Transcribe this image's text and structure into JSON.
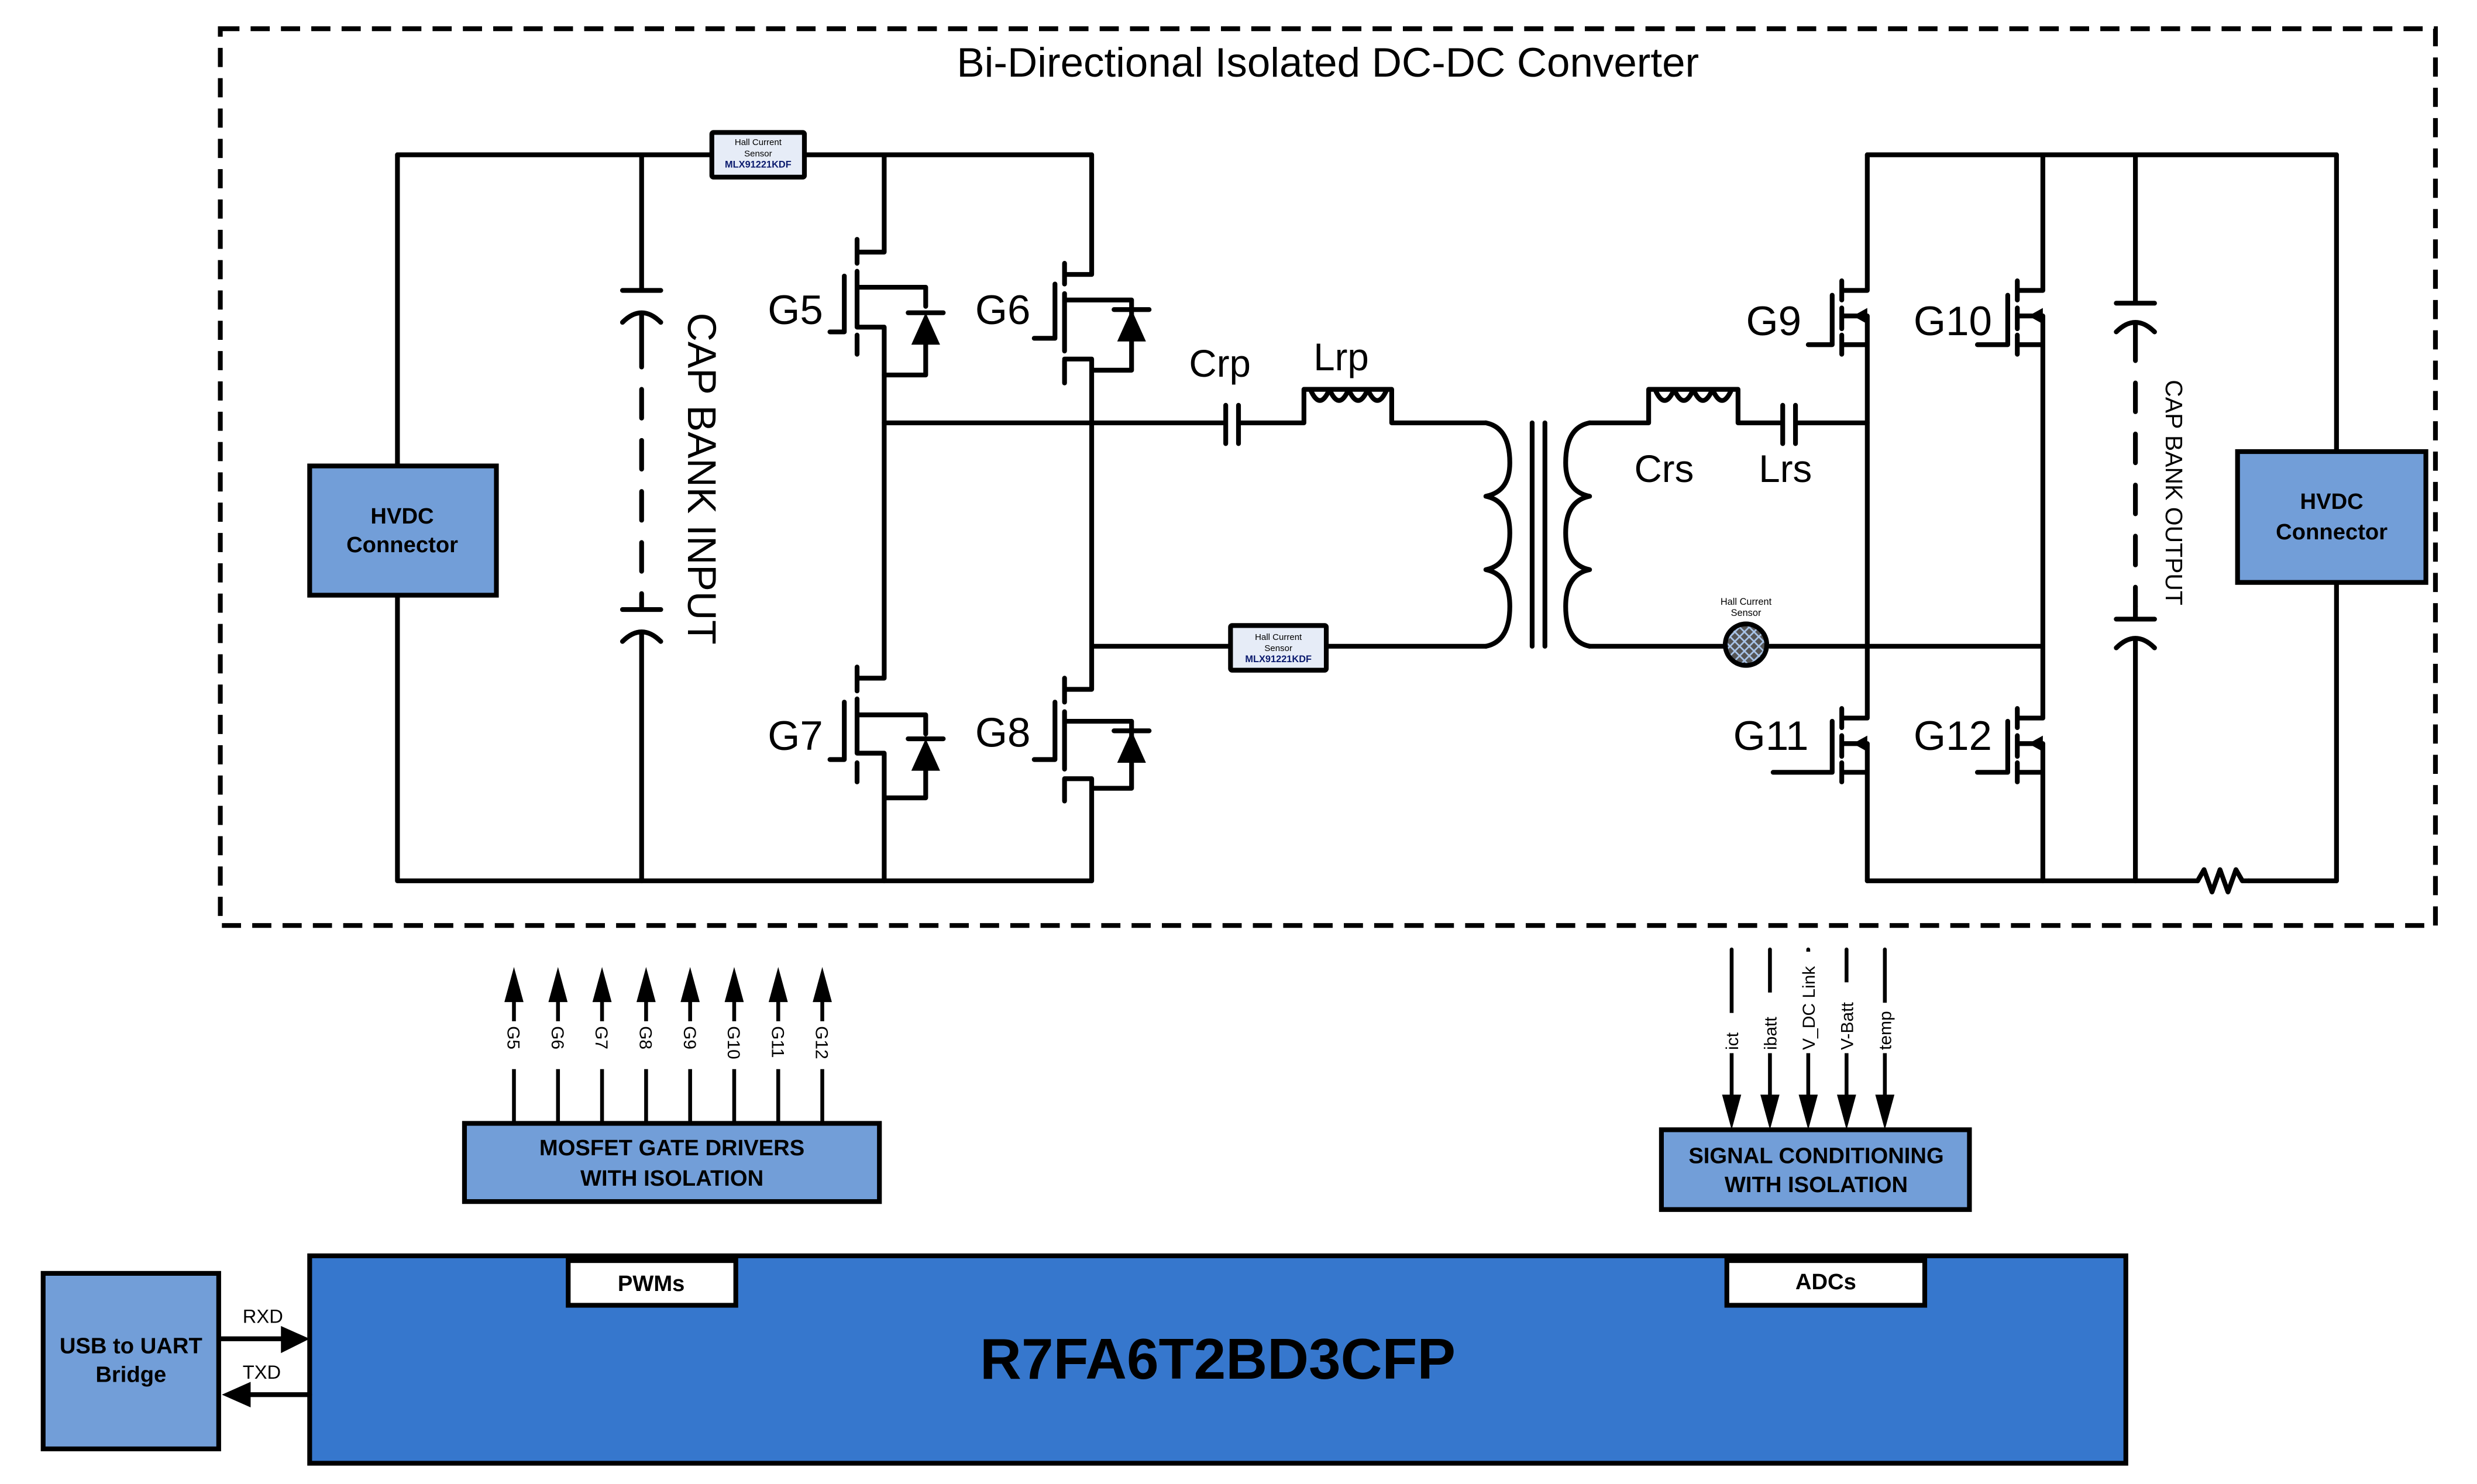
{
  "title": "Bi-Directional Isolated DC-DC Converter",
  "colors": {
    "block_light": "#729ED8",
    "mcu_fill": "#3677CD",
    "sensor_fill": "#E6ECF7",
    "sensor_part_text": "#0A1A6E"
  },
  "converter": {
    "hvdc_left": {
      "line1": "HVDC",
      "line2": "Connector"
    },
    "hvdc_right": {
      "line1": "HVDC",
      "line2": "Connector"
    },
    "cap_bank_input": "CAP BANK INPUT",
    "cap_bank_output": "CAP BANK OUTPUT",
    "primary_switches": [
      "G5",
      "G6",
      "G7",
      "G8"
    ],
    "secondary_switches": [
      "G9",
      "G10",
      "G11",
      "G12"
    ],
    "resonant": {
      "crp": "Crp",
      "lrp": "Lrp",
      "crs": "Crs",
      "lrs": "Lrs"
    },
    "hall_sensor_top": {
      "line1": "Hall Current",
      "line2": "Sensor",
      "part": "MLX91221KDF"
    },
    "hall_sensor_mid": {
      "line1": "Hall Current",
      "line2": "Sensor",
      "part": "MLX91221KDF"
    },
    "hall_sensor_round": {
      "line1": "Hall Current",
      "line2": "Sensor"
    }
  },
  "gate_signals": [
    "G5",
    "G6",
    "G7",
    "G8",
    "G9",
    "G10",
    "G11",
    "G12"
  ],
  "sense_signals": [
    "ict",
    "ibatt",
    "V_DC Link",
    "V-Batt",
    "temp"
  ],
  "gate_drivers": {
    "line1": "MOSFET GATE DRIVERS",
    "line2": "WITH ISOLATION"
  },
  "signal_conditioning": {
    "line1": "SIGNAL CONDITIONING",
    "line2": "WITH ISOLATION"
  },
  "mcu": {
    "name": "R7FA6T2BD3CFP",
    "pwm_label": "PWMs",
    "adc_label": "ADCs"
  },
  "usb_bridge": {
    "line1": "USB to UART",
    "line2": "Bridge"
  },
  "uart": {
    "rxd": "RXD",
    "txd": "TXD"
  }
}
